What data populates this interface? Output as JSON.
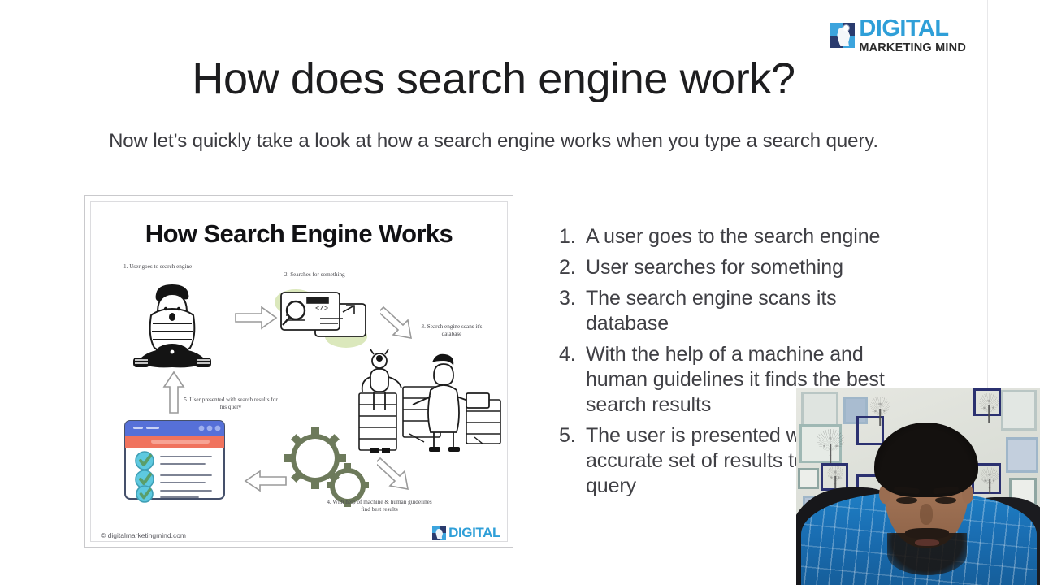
{
  "brand": {
    "mark_icon": "head-lightbulb-icon",
    "top_word": "DIGITAL",
    "bottom_word": "MARKETING MIND",
    "accent_color": "#2f9fd8",
    "dark_color": "#2a3b6e"
  },
  "slide": {
    "title": "How does search engine work?",
    "subtitle": "Now let’s quickly take a look at how a search engine works when you type a search query."
  },
  "infographic": {
    "title": "How Search Engine Works",
    "labels": [
      "1. User goes to search engine",
      "2. Searches for something",
      "3. Search engine scans it's database",
      "4. With help of machine & human guidelines find best results",
      "5. User presented with search results for his query"
    ],
    "footer": "© digitalmarketingmind.com",
    "footer_logo_word": "DIGITAL",
    "illustrations": [
      "person-sitting-illustration",
      "browser-search-illustration",
      "server-robot-human-illustration",
      "gears-illustration",
      "search-results-browser-illustration"
    ]
  },
  "steps": [
    {
      "num": "1.",
      "text": "A user goes to the search engine"
    },
    {
      "num": "2.",
      "text": "User searches for something"
    },
    {
      "num": "3.",
      "text": "The search engine scans its database"
    },
    {
      "num": "4.",
      "text": "With the help of a machine and human guidelines it finds the best search results"
    },
    {
      "num": "5.",
      "text": "The user is presented with the most accurate set of results to the search query"
    }
  ],
  "webcam": {
    "label": "presenter-webcam-video"
  }
}
